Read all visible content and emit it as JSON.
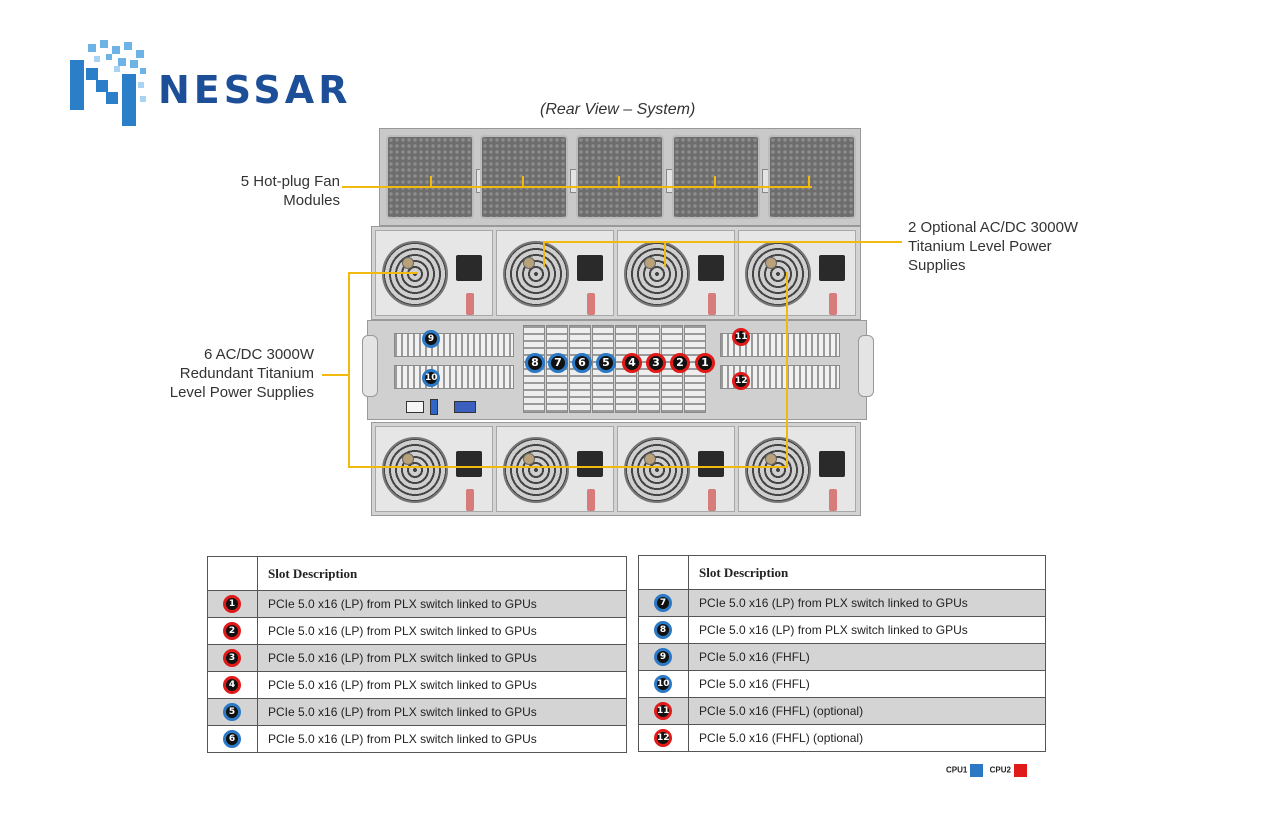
{
  "brand": {
    "name": "NESSAR"
  },
  "caption": "(Rear View – System)",
  "callouts": {
    "fans": [
      "5 Hot-plug Fan",
      "Modules"
    ],
    "optional_psu": [
      "2 Optional AC/DC 3000W",
      "Titanium Level Power",
      "Supplies"
    ],
    "redundant_psu": [
      "6 AC/DC 3000W",
      "Redundant Titanium",
      "Level Power Supplies"
    ]
  },
  "colors": {
    "cpu1": "#2b78c4",
    "cpu2": "#e01919",
    "callout_line": "#f2b90f",
    "brand": "#1c4f97"
  },
  "chassis_badges": [
    "9",
    "10",
    "8",
    "7",
    "6",
    "5",
    "4",
    "3",
    "2",
    "1",
    "11",
    "12"
  ],
  "tables": [
    {
      "header": "Slot Description",
      "rows": [
        {
          "num": "1",
          "cpu": "cpu2",
          "desc": "PCIe 5.0 x16 (LP) from PLX switch linked to GPUs"
        },
        {
          "num": "2",
          "cpu": "cpu2",
          "desc": "PCIe 5.0 x16 (LP) from PLX switch linked to GPUs"
        },
        {
          "num": "3",
          "cpu": "cpu2",
          "desc": "PCIe 5.0 x16 (LP) from PLX switch linked to GPUs"
        },
        {
          "num": "4",
          "cpu": "cpu2",
          "desc": "PCIe 5.0 x16 (LP) from PLX switch linked to GPUs"
        },
        {
          "num": "5",
          "cpu": "cpu1",
          "desc": "PCIe 5.0 x16 (LP) from PLX switch linked to GPUs"
        },
        {
          "num": "6",
          "cpu": "cpu1",
          "desc": "PCIe 5.0 x16 (LP) from PLX switch linked to GPUs"
        }
      ]
    },
    {
      "header": "Slot Description",
      "rows": [
        {
          "num": "7",
          "cpu": "cpu1",
          "desc": "PCIe 5.0 x16 (LP) from PLX switch linked to GPUs"
        },
        {
          "num": "8",
          "cpu": "cpu1",
          "desc": "PCIe 5.0 x16 (LP) from PLX switch linked to GPUs"
        },
        {
          "num": "9",
          "cpu": "cpu1",
          "desc": "PCIe 5.0 x16 (FHFL)"
        },
        {
          "num": "10",
          "cpu": "cpu1",
          "desc": "PCIe 5.0 x16 (FHFL)"
        },
        {
          "num": "11",
          "cpu": "cpu2",
          "desc": "PCIe 5.0 x16 (FHFL) (optional)"
        },
        {
          "num": "12",
          "cpu": "cpu2",
          "desc": "PCIe 5.0 x16 (FHFL) (optional)"
        }
      ]
    }
  ],
  "legend": {
    "cpu1_label": "CPU1",
    "cpu2_label": "CPU2"
  }
}
